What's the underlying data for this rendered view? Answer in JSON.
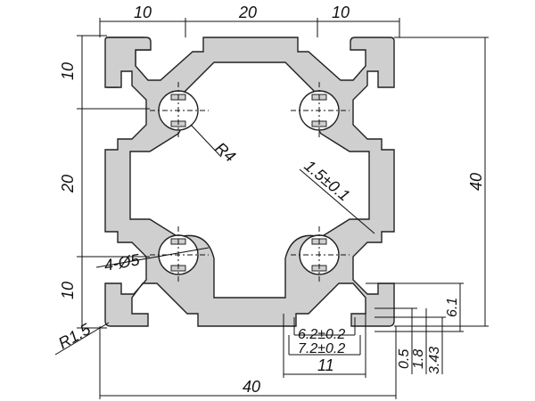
{
  "drawing": {
    "dims": {
      "top_left": "10",
      "top_mid": "20",
      "top_right": "10",
      "left_top": "10",
      "left_mid": "20",
      "left_bottom": "10",
      "right_total": "40",
      "bottom_total": "40",
      "bottom_slot": "11",
      "radius_inner": "R4",
      "radius_corner": "R1.5",
      "holes": "4-Ø5",
      "wall": "1.5±0.1",
      "slot_a": "6.2±0.2",
      "slot_b": "7.2±0.2",
      "right_a": "6.1",
      "right_b": "0.5",
      "right_c": "1.8",
      "right_d": "3.43"
    }
  }
}
